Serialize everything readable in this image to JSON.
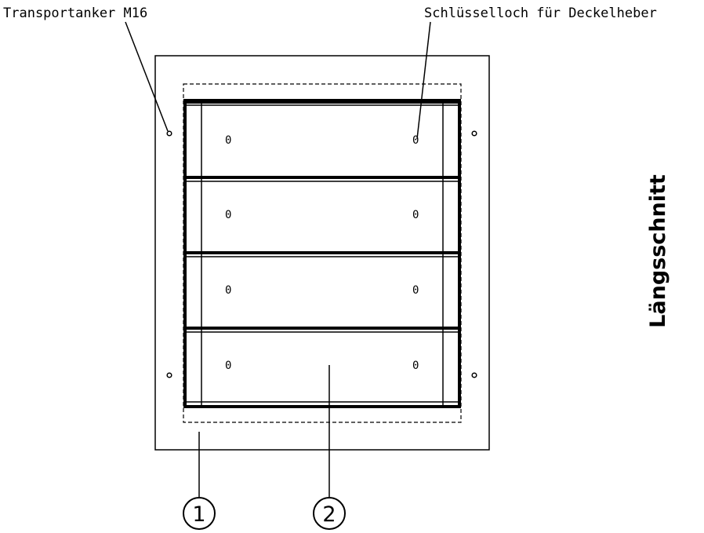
{
  "labels": {
    "anchor": "Transportanker M16",
    "keyhole": "Schlüsselloch für Deckelheber",
    "section": "Längsschnitt"
  },
  "callouts": [
    "1",
    "2"
  ],
  "keyhole_glyph": "0",
  "cover_segments": 4
}
